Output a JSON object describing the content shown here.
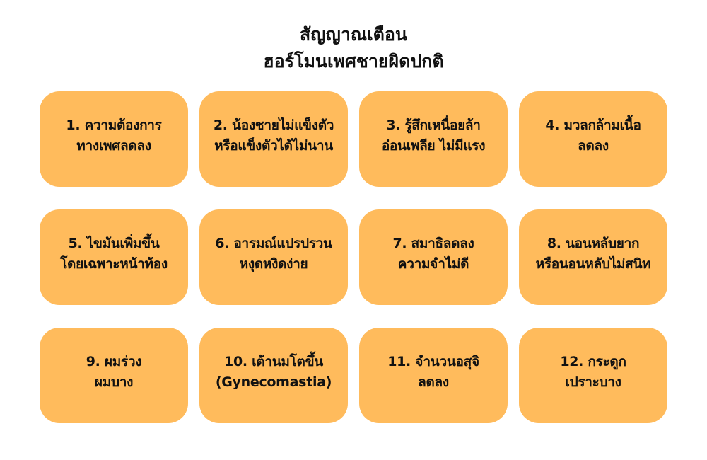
{
  "title": {
    "line1": "สัญญาณเตือน",
    "line2": "ฮอร์โมนเพศชายผิดปกติ"
  },
  "colors": {
    "card_bg": "#FFBB5C",
    "text": "#111111",
    "background": "#FFFFFF"
  },
  "cards": [
    {
      "line1": "1. ความต้องการ",
      "line2": "ทางเพศลดลง"
    },
    {
      "line1": "2. น้องชายไม่แข็งตัว",
      "line2": "หรือแข็งตัวได้ไม่นาน"
    },
    {
      "line1": "3. รู้สึกเหนื่อยล้า",
      "line2": "อ่อนเพลีย ไม่มีแรง"
    },
    {
      "line1": "4. มวลกล้ามเนื้อ",
      "line2": "ลดลง"
    },
    {
      "line1": "5. ไขมันเพิ่มขึ้น",
      "line2": "โดยเฉพาะหน้าท้อง"
    },
    {
      "line1": "6. อารมณ์แปรปรวน",
      "line2": "หงุดหงิดง่าย"
    },
    {
      "line1": "7. สมาธิลดลง",
      "line2": "ความจำไม่ดี"
    },
    {
      "line1": "8. นอนหลับยาก",
      "line2": "หรือนอนหลับไม่สนิท"
    },
    {
      "line1": "9. ผมร่วง",
      "line2": "ผมบาง"
    },
    {
      "line1": "10. เต้านมโตขึ้น",
      "line2": "(Gynecomastia)"
    },
    {
      "line1": "11. จำนวนอสุจิ",
      "line2": "ลดลง"
    },
    {
      "line1": "12. กระดูก",
      "line2": "เปราะบาง"
    }
  ]
}
